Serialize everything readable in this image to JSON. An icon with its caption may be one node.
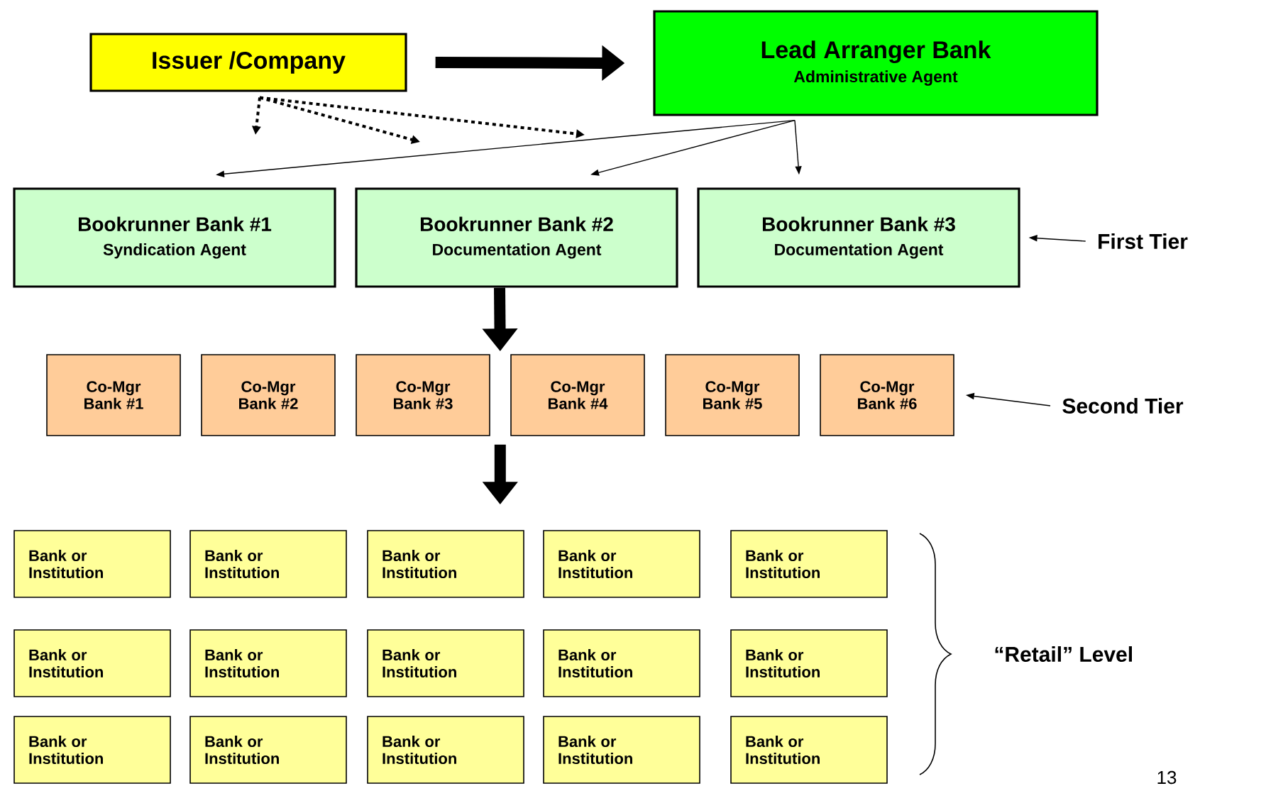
{
  "diagram": {
    "nodes": [
      {
        "text": [
          "Issuer /Company"
        ]
      },
      {
        "text": [
          "Lead Arranger Bank",
          "Administrative Agent"
        ]
      },
      {
        "text": [
          "Bookrunner Bank #1",
          "Syndication Agent"
        ]
      },
      {
        "text": [
          "Bookrunner Bank #2",
          "Documentation  Agent"
        ]
      },
      {
        "text": [
          "Bookrunner Bank #3",
          "Documentation  Agent"
        ]
      },
      {
        "text": [
          "First Tier"
        ]
      },
      {
        "text": [
          "Co-Mgr Bank #1"
        ]
      },
      {
        "text": [
          "Co-Mgr Bank #2"
        ]
      },
      {
        "text": [
          "Co-Mgr Bank #3"
        ]
      },
      {
        "text": [
          "Co-Mgr Bank #4"
        ]
      },
      {
        "text": [
          "Co-Mgr Bank #5"
        ]
      },
      {
        "text": [
          "Co-Mgr Bank #6"
        ]
      },
      {
        "text": [
          "Second Tier"
        ]
      },
      {
        "text": [
          "Bank or Institution"
        ]
      },
      {
        "text": [
          "Bank or Institution"
        ]
      },
      {
        "text": [
          "Bank or Institution"
        ]
      },
      {
        "text": [
          "Bank or Institution"
        ]
      },
      {
        "text": [
          "Bank or Institution"
        ]
      },
      {
        "text": [
          "Bank or Institution"
        ]
      },
      {
        "text": [
          "Bank or Institution"
        ]
      },
      {
        "text": [
          "Bank or Institution"
        ]
      },
      {
        "text": [
          "Bank or Institution"
        ]
      },
      {
        "text": [
          "Bank or Institution"
        ]
      },
      {
        "text": [
          "Bank or Institution"
        ]
      },
      {
        "text": [
          "Bank or Institution"
        ]
      },
      {
        "text": [
          "Bank or Institution"
        ]
      },
      {
        "text": [
          "Bank or Institution"
        ]
      },
      {
        "text": [
          "Bank or Institution"
        ]
      }
    ],
    "edges": [
      {
        "from": 0,
        "to": 1,
        "arrow": "to",
        "style": "thick"
      },
      {
        "from": 0,
        "to": null,
        "arrow": "to",
        "style": "dashed"
      },
      {
        "from": 0,
        "to": null,
        "arrow": "to",
        "style": "dashed"
      },
      {
        "from": 0,
        "to": null,
        "arrow": "to",
        "style": "dashed"
      },
      {
        "from": 1,
        "to": 2,
        "arrow": "to"
      },
      {
        "from": 1,
        "to": 3,
        "arrow": "to"
      },
      {
        "from": 1,
        "to": 4,
        "arrow": "to"
      },
      {
        "from": 5,
        "to": 4,
        "arrow": "to"
      },
      {
        "from": 3,
        "to": 8,
        "arrow": "to",
        "style": "thick"
      },
      {
        "from": 8,
        "to": 15,
        "arrow": "to",
        "style": "thick"
      },
      {
        "from": 12,
        "to": 11,
        "arrow": "to"
      }
    ],
    "labels": [
      "“Retail” Level",
      "13"
    ]
  }
}
